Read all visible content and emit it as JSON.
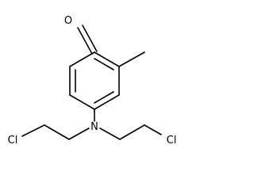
{
  "molecule": {
    "atoms": {
      "oxygen": "O",
      "nitrogen": "N",
      "chlorine_left": "Cl",
      "chlorine_right": "Cl"
    }
  },
  "colors": {
    "bond": "#000000",
    "background": "#ffffff"
  }
}
